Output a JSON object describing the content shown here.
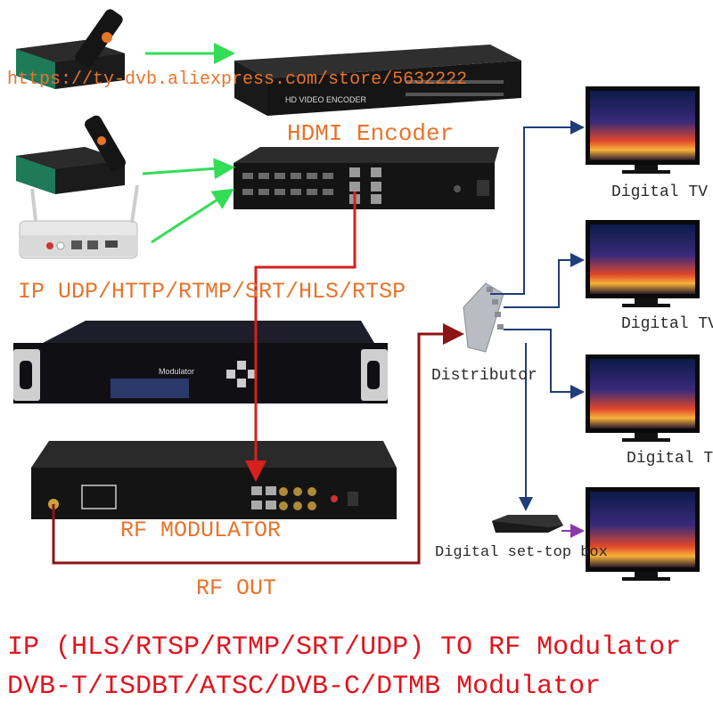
{
  "watermark": "https://ty-dvb.aliexpress.com/store/5632222",
  "labels": {
    "hdmi_encoder": "HDMI Encoder",
    "ip_protocols": "IP UDP/HTTP/RTMP/SRT/HLS/RTSP",
    "rf_modulator": "RF MODULATOR",
    "rf_out": "RF OUT",
    "distributor": "Distributor",
    "digital_tv_1": "Digital TV",
    "digital_tv_2": "Digital TV",
    "digital_tv_3": "Digital TV",
    "set_top_box": "Digital set-top box"
  },
  "devices": {
    "encoder_panel_text": "HD VIDEO ENCODER",
    "modulator_panel_text": "Modulator"
  },
  "footer": {
    "line1": "IP (HLS/RTSP/RTMP/SRT/UDP) TO RF Modulator",
    "line2": "DVB-T/ISDBT/ATSC/DVB-C/DTMB Modulator"
  },
  "colors": {
    "green_arrow": "#33dd55",
    "red_line": "#d6201e",
    "dark_red_line": "#8b1414",
    "blue_line": "#1f3d7a",
    "purple_arrow": "#8a3aa8",
    "label_orange": "#e8732a",
    "footer_red": "#e0141e"
  }
}
